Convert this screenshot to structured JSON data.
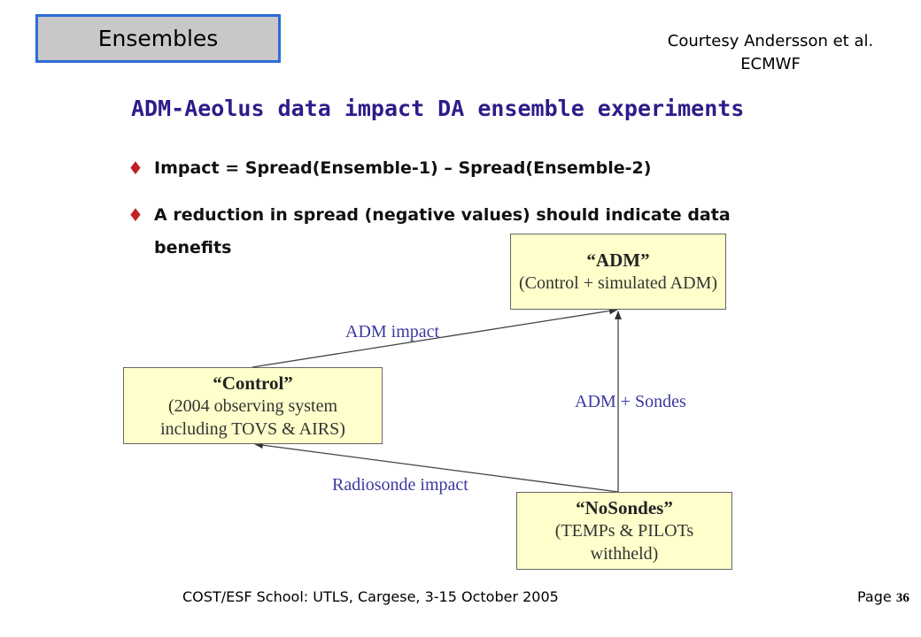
{
  "slide": {
    "title": "Ensembles",
    "courtesy_line1": "Courtesy Andersson et al.",
    "courtesy_line2": "ECMWF",
    "headline": "ADM-Aeolus data impact DA ensemble experiments",
    "bullets": [
      {
        "marker": "♦",
        "text": "Impact = Spread(Ensemble-1) – Spread(Ensemble-2)"
      },
      {
        "marker": "♦",
        "text": "A reduction in spread (negative values) should indicate data benefits"
      }
    ],
    "colors": {
      "headline": "#2c1d8a",
      "bullet_marker": "#c02020",
      "node_fill": "#ffffcc",
      "edge_label": "#3a3aa0",
      "title_box_fill": "#c8c8c8",
      "title_box_border": "#2d6bd8"
    }
  },
  "diagram": {
    "nodes": {
      "adm": {
        "title": "“ADM”",
        "lines": [
          "(Control + simulated ADM)"
        ]
      },
      "control": {
        "title": "“Control”",
        "lines": [
          "(2004 observing system",
          "including TOVS & AIRS)"
        ]
      },
      "nosondes": {
        "title": "“NoSondes”",
        "lines": [
          "(TEMPs & PILOTs",
          "withheld)"
        ]
      }
    },
    "edges": [
      {
        "from": "control",
        "to": "adm",
        "label": "ADM impact"
      },
      {
        "from": "nosondes",
        "to": "adm",
        "label": "ADM + Sondes"
      },
      {
        "from": "nosondes",
        "to": "control",
        "label": "Radiosonde impact"
      }
    ]
  },
  "footer": {
    "text": "COST/ESF School: UTLS, Cargese, 3-15 October 2005",
    "page_label": "Page",
    "page_number": "36"
  }
}
